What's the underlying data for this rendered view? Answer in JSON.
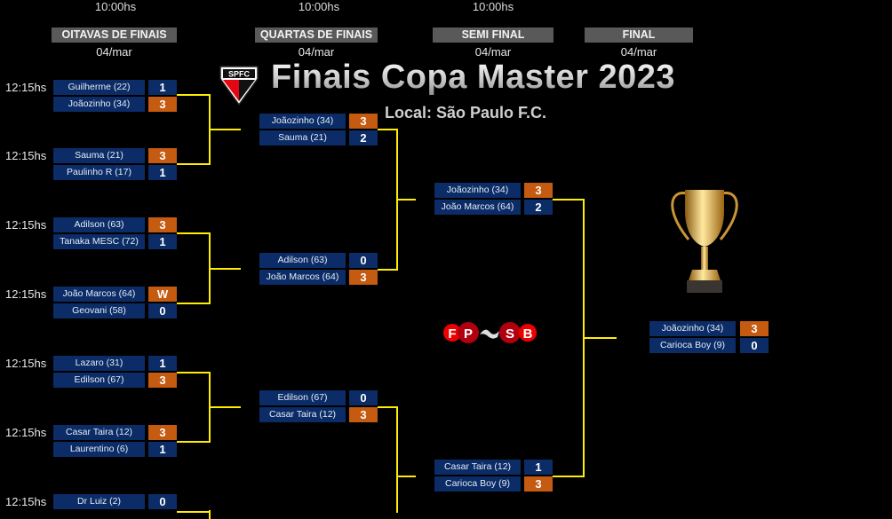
{
  "top_times": [
    "10:00hs",
    "10:00hs",
    "10:00hs"
  ],
  "title": "Finais Copa Master 2023",
  "local": "Local: São Paulo F.C.",
  "shield_logo_text": "SPFC",
  "sponsor_logo_text": "FPSB",
  "rounds": [
    {
      "label": "OITAVAS DE FINAIS",
      "date": "04/mar"
    },
    {
      "label": "QUARTAS DE FINAIS",
      "date": "04/mar"
    },
    {
      "label": "SEMI FINAL",
      "date": "04/mar"
    },
    {
      "label": "FINAL",
      "date": "04/mar"
    }
  ],
  "oitavas": [
    {
      "time": "12:15hs",
      "a": {
        "name": "Guilherme (22)",
        "score": "1",
        "win": false
      },
      "b": {
        "name": "Joãozinho (34)",
        "score": "3",
        "win": true
      }
    },
    {
      "time": "12:15hs",
      "a": {
        "name": "Sauma  (21)",
        "score": "3",
        "win": true
      },
      "b": {
        "name": "Paulinho R (17)",
        "score": "1",
        "win": false
      }
    },
    {
      "time": "12:15hs",
      "a": {
        "name": "Adilson (63)",
        "score": "3",
        "win": true
      },
      "b": {
        "name": "Tanaka MESC (72)",
        "score": "1",
        "win": false
      }
    },
    {
      "time": "12:15hs",
      "a": {
        "name": "João Marcos (64)",
        "score": "W",
        "win": true
      },
      "b": {
        "name": "Geovani (58)",
        "score": "0",
        "win": false
      }
    },
    {
      "time": "12:15hs",
      "a": {
        "name": "Lazaro (31)",
        "score": "1",
        "win": false
      },
      "b": {
        "name": "Edilson (67)",
        "score": "3",
        "win": true
      }
    },
    {
      "time": "12:15hs",
      "a": {
        "name": "Casar Taira (12)",
        "score": "3",
        "win": true
      },
      "b": {
        "name": "Laurentino (6)",
        "score": "1",
        "win": false
      }
    },
    {
      "time": "12:15hs",
      "a": {
        "name": "Dr Luiz (2)",
        "score": "0",
        "win": false
      },
      "b": null
    }
  ],
  "quartas": [
    {
      "a": {
        "name": "Joãozinho (34)",
        "score": "3",
        "win": true
      },
      "b": {
        "name": "Sauma  (21)",
        "score": "2",
        "win": false
      }
    },
    {
      "a": {
        "name": "Adilson (63)",
        "score": "0",
        "win": false
      },
      "b": {
        "name": "João Marcos (64)",
        "score": "3",
        "win": true
      }
    },
    {
      "a": {
        "name": "Edilson (67)",
        "score": "0",
        "win": false
      },
      "b": {
        "name": "Casar Taira (12)",
        "score": "3",
        "win": true
      }
    }
  ],
  "semi": [
    {
      "a": {
        "name": "Joãozinho (34)",
        "score": "3",
        "win": true
      },
      "b": {
        "name": "João Marcos (64)",
        "score": "2",
        "win": false
      }
    },
    {
      "a": {
        "name": "Casar Taira (12)",
        "score": "1",
        "win": false
      },
      "b": {
        "name": "Carioca Boy (9)",
        "score": "3",
        "win": true
      }
    }
  ],
  "final": [
    {
      "a": {
        "name": "Joãozinho (34)",
        "score": "3",
        "win": true
      },
      "b": {
        "name": "Carioca Boy (9)",
        "score": "0",
        "win": false
      }
    }
  ]
}
